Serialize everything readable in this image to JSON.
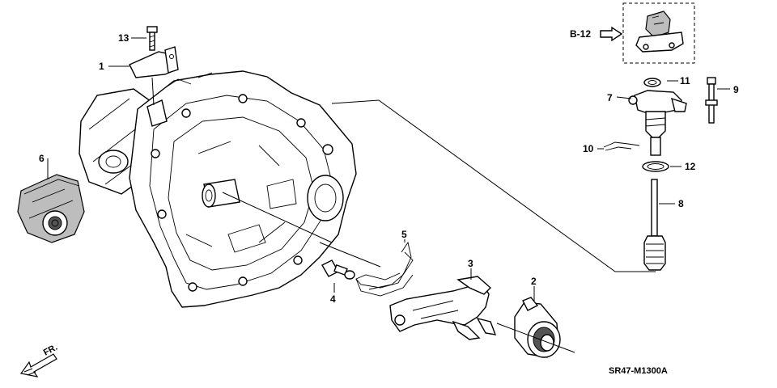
{
  "diagram": {
    "drawing_code": "SR47-M1300A",
    "front_indicator": "FR.",
    "reference": "B-12",
    "callouts": [
      "1",
      "2",
      "3",
      "4",
      "5",
      "6",
      "7",
      "8",
      "9",
      "10",
      "11",
      "12",
      "13"
    ]
  }
}
